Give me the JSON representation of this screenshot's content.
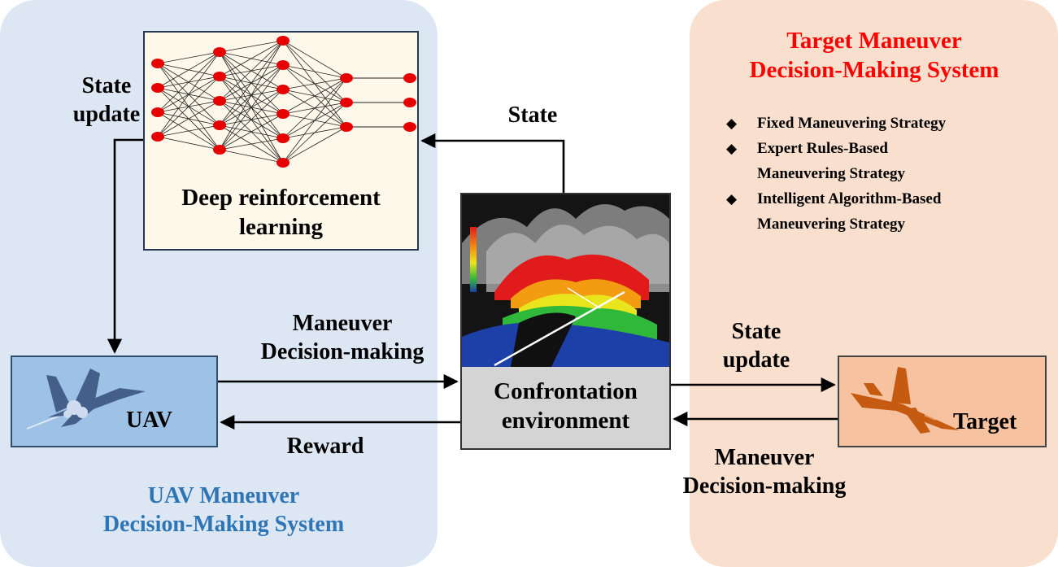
{
  "left_panel": {
    "title_line1": "UAV Maneuver",
    "title_line2": "Decision-Making System",
    "title_color": "#2e75b6",
    "state_update_line1": "State",
    "state_update_line2": "update",
    "drl_line1": "Deep reinforcement",
    "drl_line2": "learning",
    "uav_label": "UAV",
    "maneuver_line1": "Maneuver",
    "maneuver_line2": "Decision-making",
    "reward": "Reward"
  },
  "center": {
    "state": "State",
    "env_line1": "Confrontation",
    "env_line2": "environment"
  },
  "right_panel": {
    "title_line1": "Target Maneuver",
    "title_line2": "Decision-Making System",
    "title_color": "#ff0000",
    "strategies": [
      {
        "line1": "Fixed Maneuvering Strategy",
        "line2": ""
      },
      {
        "line1": "Expert Rules-Based",
        "line2": "Maneuvering Strategy"
      },
      {
        "line1": "Intelligent Algorithm-Based",
        "line2": "Maneuvering Strategy"
      }
    ],
    "bullet_symbol": "◆",
    "state_update_line1": "State",
    "state_update_line2": "update",
    "target_label": "Target",
    "maneuver_line1": "Maneuver",
    "maneuver_line2": "Decision-making"
  },
  "colors": {
    "left_panel_bg": "#dce7f3",
    "right_panel_bg": "#f9dfcd",
    "neuron": "#e60000",
    "uav_box": "#9ec2e6",
    "target_box": "#f6c29f"
  },
  "icons": [
    "uav-aircraft-icon",
    "target-aircraft-icon",
    "neural-network-icon",
    "terrain-radar-icon"
  ]
}
